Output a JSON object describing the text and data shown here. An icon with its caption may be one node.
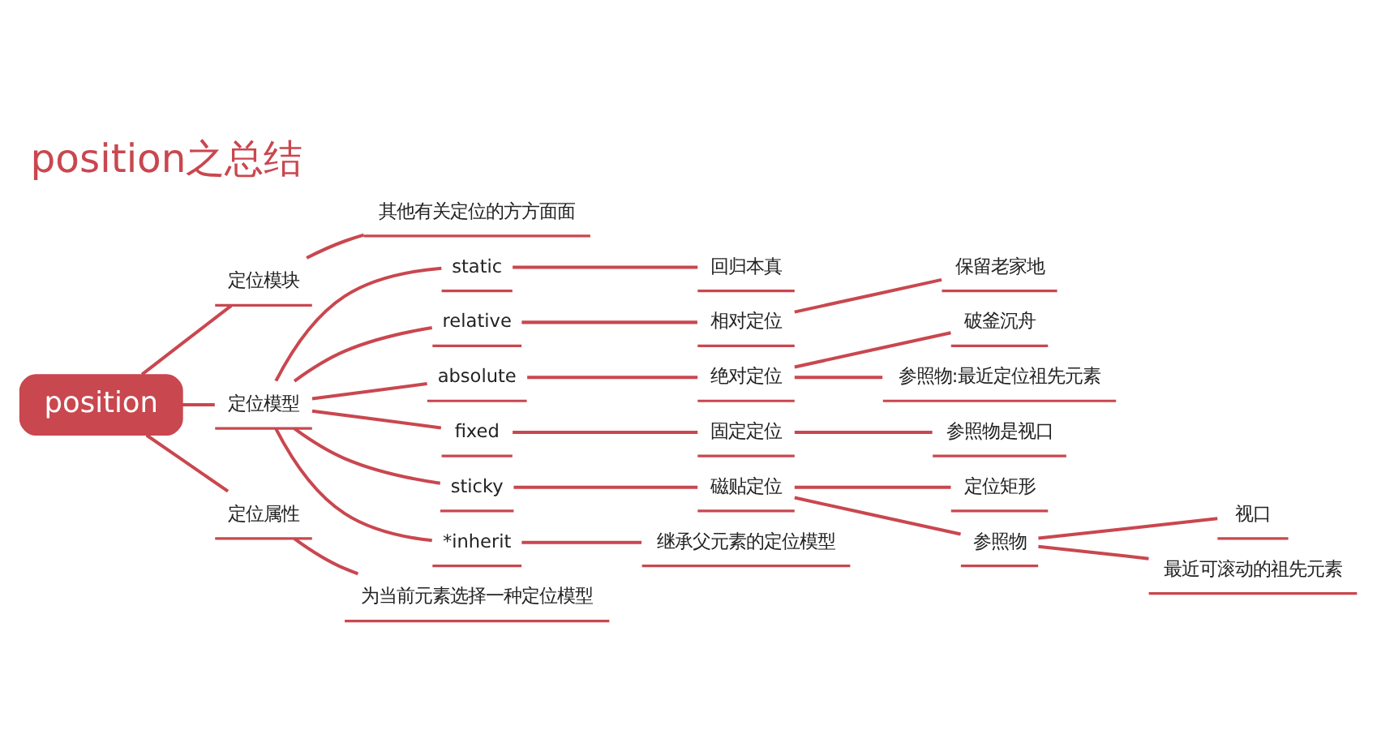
{
  "diagram": {
    "title": "position之总结",
    "nodes": [
      {
        "text": [
          "position"
        ]
      },
      {
        "text": [
          "定位模块"
        ]
      },
      {
        "text": [
          "其他有关定位的方方面面"
        ]
      },
      {
        "text": [
          "定位模型"
        ]
      },
      {
        "text": [
          "static"
        ]
      },
      {
        "text": [
          "回归本真"
        ]
      },
      {
        "text": [
          "relative"
        ]
      },
      {
        "text": [
          "相对定位"
        ]
      },
      {
        "text": [
          "保留老家地"
        ]
      },
      {
        "text": [
          "absolute"
        ]
      },
      {
        "text": [
          "绝对定位"
        ]
      },
      {
        "text": [
          "破釜沉舟"
        ]
      },
      {
        "text": [
          "参照物:最近定位祖先元素"
        ]
      },
      {
        "text": [
          "fixed"
        ]
      },
      {
        "text": [
          "固定定位"
        ]
      },
      {
        "text": [
          "参照物是视口"
        ]
      },
      {
        "text": [
          "sticky"
        ]
      },
      {
        "text": [
          "磁贴定位"
        ]
      },
      {
        "text": [
          "定位矩形"
        ]
      },
      {
        "text": [
          "参照物"
        ]
      },
      {
        "text": [
          "视口"
        ]
      },
      {
        "text": [
          "最近可滚动的祖先元素"
        ]
      },
      {
        "text": [
          "*inherit"
        ]
      },
      {
        "text": [
          "继承父元素的定位模型"
        ]
      },
      {
        "text": [
          "定位属性"
        ]
      },
      {
        "text": [
          "为当前元素选择一种定位模型"
        ]
      }
    ],
    "edges": [
      {
        "from": 0,
        "to": 1,
        "arrow": "none"
      },
      {
        "from": 1,
        "to": 2,
        "arrow": "none"
      },
      {
        "from": 0,
        "to": 3,
        "arrow": "none"
      },
      {
        "from": 3,
        "to": 4,
        "arrow": "none"
      },
      {
        "from": 4,
        "to": 5,
        "arrow": "none"
      },
      {
        "from": 3,
        "to": 6,
        "arrow": "none"
      },
      {
        "from": 6,
        "to": 7,
        "arrow": "none"
      },
      {
        "from": 7,
        "to": 8,
        "arrow": "none"
      },
      {
        "from": 3,
        "to": 9,
        "arrow": "none"
      },
      {
        "from": 9,
        "to": 10,
        "arrow": "none"
      },
      {
        "from": 10,
        "to": 11,
        "arrow": "none"
      },
      {
        "from": 10,
        "to": 12,
        "arrow": "none"
      },
      {
        "from": 3,
        "to": 13,
        "arrow": "none"
      },
      {
        "from": 13,
        "to": 14,
        "arrow": "none"
      },
      {
        "from": 14,
        "to": 15,
        "arrow": "none"
      },
      {
        "from": 3,
        "to": 16,
        "arrow": "none"
      },
      {
        "from": 16,
        "to": 17,
        "arrow": "none"
      },
      {
        "from": 17,
        "to": 18,
        "arrow": "none"
      },
      {
        "from": 17,
        "to": 19,
        "arrow": "none"
      },
      {
        "from": 19,
        "to": 20,
        "arrow": "none"
      },
      {
        "from": 19,
        "to": 21,
        "arrow": "none"
      },
      {
        "from": 3,
        "to": 22,
        "arrow": "none"
      },
      {
        "from": 22,
        "to": 23,
        "arrow": "none"
      },
      {
        "from": 0,
        "to": 24,
        "arrow": "none"
      },
      {
        "from": 24,
        "to": 25,
        "arrow": "none"
      }
    ]
  }
}
